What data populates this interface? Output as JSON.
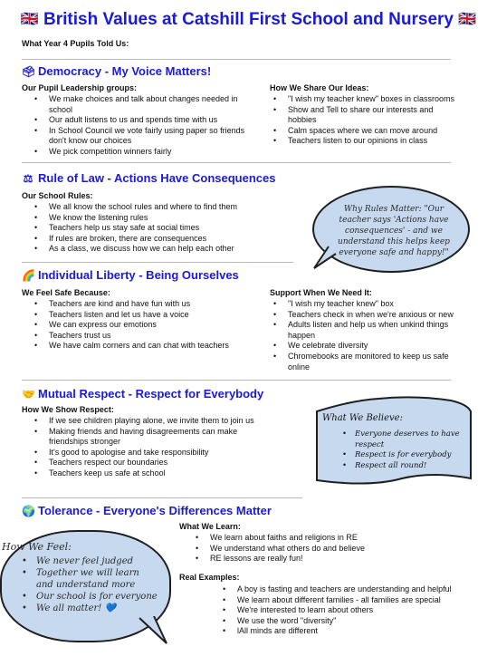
{
  "title": {
    "flag_left": "🇬🇧",
    "text": "British Values at Catshill First School and Nursery",
    "flag_right": "🇬🇧"
  },
  "subtitle": "What Year 4 Pupils Told Us:",
  "democracy": {
    "icon": "ballot-box-icon",
    "title": "Democracy - My Voice Matters!",
    "left_label": "Our Pupil Leadership groups:",
    "left_items": [
      "We make choices and talk about changes needed in school",
      "Our adult listens to us and spends time with us",
      "In School Council we vote fairly using paper so friends don't know our choices",
      "We pick competition winners fairly"
    ],
    "right_label": "How We Share Our Ideas:",
    "right_items": [
      "\"I wish my teacher knew\" boxes in classrooms",
      "Show and Tell to share our interests and hobbies",
      "Calm spaces where we can move around",
      "Teachers listen to our opinions in class"
    ]
  },
  "law": {
    "icon": "scales-icon",
    "title": "Rule of Law - Actions Have Consequences",
    "label": "Our School Rules:",
    "items": [
      "We all know the school rules and where to find them",
      "We know the listening rules",
      "Teachers help us stay safe at social times",
      "If rules are broken, there are consequences",
      "As a class, we discuss how we can help each other"
    ],
    "bubble": "Why Rules Matter: \"Our teacher says 'Actions have consequences' - and we understand this helps keep everyone safe and happy!\""
  },
  "liberty": {
    "icon": "rainbow-icon",
    "title": "Individual Liberty - Being Ourselves",
    "left_label": "We Feel Safe Because:",
    "left_items": [
      "Teachers are kind and have fun with us",
      "Teachers listen and let us have a voice",
      "We can express our emotions",
      "Teachers trust us",
      "We have calm corners and can chat with teachers"
    ],
    "right_label": "Support When We Need It:",
    "right_items": [
      "\"I wish my teacher knew\" box",
      "Teachers check in when we're anxious or new",
      "Adults listen and help us when unkind things happen",
      "We celebrate diversity",
      "Chromebooks are monitored to keep us safe online"
    ]
  },
  "respect": {
    "icon": "handshake-icon",
    "title": "Mutual Respect - Respect for Everybody",
    "label": "How We Show Respect:",
    "items": [
      "If we see children playing alone, we invite them to join us",
      "Making friends and having disagreements can make friendships stronger",
      "It's good to apologise and take responsibility",
      "Teachers respect our boundaries",
      "Teachers keep us safe at school"
    ],
    "believe_title": "What We Believe:",
    "believe_items": [
      "Everyone deserves to have respect",
      "Respect is for everybody",
      "Respect all round!"
    ]
  },
  "tolerance": {
    "icon": "globe-icon",
    "title": "Tolerance - Everyone's Differences Matter",
    "learn_label": "What We Learn:",
    "learn_items": [
      "We learn about faiths and religions in RE",
      "We understand what others do and believe",
      "RE lessons are really fun!"
    ],
    "examples_label": "Real Examples:",
    "examples_items": [
      "A boy is fasting and teachers are understanding and helpful",
      "We learn about different families - all families are special",
      "We're interested to learn about others",
      "We use the word \"diversity\"",
      "lAll minds are different"
    ],
    "feel_title": "How We Feel:",
    "feel_items": [
      "We never feel judged",
      "Together we will learn and understand more",
      "Our school is for everyone",
      "We all matter! 💙"
    ]
  }
}
